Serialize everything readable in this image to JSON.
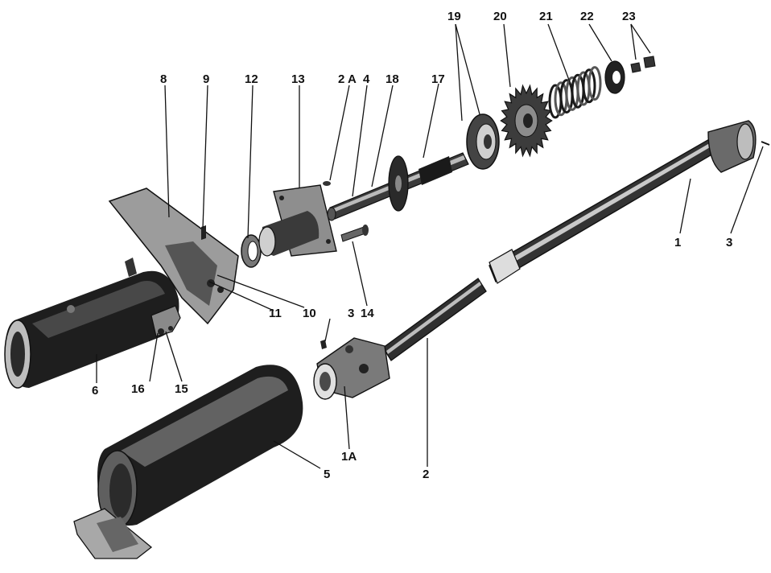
{
  "figure": {
    "callouts": [
      {
        "id": "c1",
        "text": "1"
      },
      {
        "id": "c1a",
        "text": "1A"
      },
      {
        "id": "c2",
        "text": "2"
      },
      {
        "id": "c2a",
        "text": "2 A"
      },
      {
        "id": "c3a",
        "text": "3"
      },
      {
        "id": "c3b",
        "text": "3"
      },
      {
        "id": "c4",
        "text": "4"
      },
      {
        "id": "c5",
        "text": "5"
      },
      {
        "id": "c6",
        "text": "6"
      },
      {
        "id": "c8",
        "text": "8"
      },
      {
        "id": "c9",
        "text": "9"
      },
      {
        "id": "c10",
        "text": "10"
      },
      {
        "id": "c11",
        "text": "11"
      },
      {
        "id": "c12",
        "text": "12"
      },
      {
        "id": "c13",
        "text": "13"
      },
      {
        "id": "c14",
        "text": "14"
      },
      {
        "id": "c15",
        "text": "15"
      },
      {
        "id": "c16",
        "text": "16"
      },
      {
        "id": "c17",
        "text": "17"
      },
      {
        "id": "c18",
        "text": "18"
      },
      {
        "id": "c19",
        "text": "19"
      },
      {
        "id": "c20",
        "text": "20"
      },
      {
        "id": "c21",
        "text": "21"
      },
      {
        "id": "c22",
        "text": "22"
      },
      {
        "id": "c23",
        "text": "23"
      }
    ]
  }
}
